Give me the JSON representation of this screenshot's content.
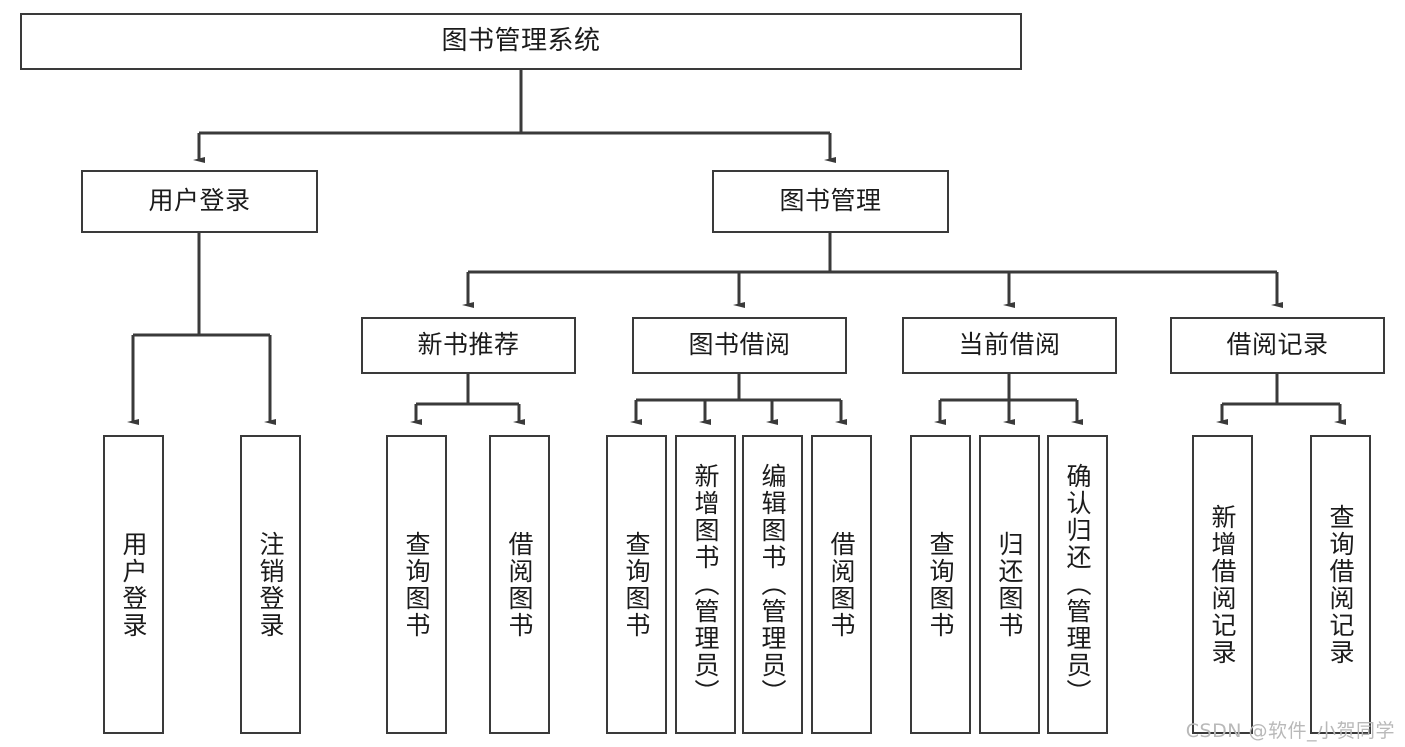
{
  "diagram": {
    "title": "图书管理系统",
    "type": "hierarchy-tree",
    "levels": 4,
    "root": {
      "id": "root",
      "label": "图书管理系统",
      "orientation": "horizontal"
    },
    "level2": [
      {
        "id": "user-login",
        "label": "用户登录",
        "orientation": "horizontal"
      },
      {
        "id": "book-management",
        "label": "图书管理",
        "orientation": "horizontal"
      }
    ],
    "level3": [
      {
        "id": "new-book-recommend",
        "label": "新书推荐",
        "orientation": "horizontal",
        "parent": "book-management"
      },
      {
        "id": "book-borrow",
        "label": "图书借阅",
        "orientation": "horizontal",
        "parent": "book-management"
      },
      {
        "id": "current-borrow",
        "label": "当前借阅",
        "orientation": "horizontal",
        "parent": "book-management"
      },
      {
        "id": "borrow-record",
        "label": "借阅记录",
        "orientation": "horizontal",
        "parent": "book-management"
      }
    ],
    "leaves": [
      {
        "id": "leaf-user-login",
        "label": "用户登录",
        "parent": "user-login"
      },
      {
        "id": "leaf-logout-login",
        "label": "注销登录",
        "parent": "user-login"
      },
      {
        "id": "leaf-query-book-1",
        "label": "查询图书",
        "parent": "new-book-recommend"
      },
      {
        "id": "leaf-borrow-book-1",
        "label": "借阅图书",
        "parent": "new-book-recommend"
      },
      {
        "id": "leaf-query-book-2",
        "label": "查询图书",
        "parent": "book-borrow"
      },
      {
        "id": "leaf-add-book",
        "label": "新增图书（管理员）",
        "parent": "book-borrow"
      },
      {
        "id": "leaf-edit-book",
        "label": "编辑图书（管理员）",
        "parent": "book-borrow"
      },
      {
        "id": "leaf-borrow-book-2",
        "label": "借阅图书",
        "parent": "book-borrow"
      },
      {
        "id": "leaf-query-book-3",
        "label": "查询图书",
        "parent": "current-borrow"
      },
      {
        "id": "leaf-return-book",
        "label": "归还图书",
        "parent": "current-borrow"
      },
      {
        "id": "leaf-confirm-return",
        "label": "确认归还（管理员）",
        "parent": "current-borrow"
      },
      {
        "id": "leaf-add-record",
        "label": "新增借阅记录",
        "parent": "borrow-record"
      },
      {
        "id": "leaf-query-record",
        "label": "查询借阅记录",
        "parent": "borrow-record"
      }
    ],
    "watermark": "CSDN @软件_小贺同学",
    "colors": {
      "stroke": "#3a3a3a",
      "fill": "#ffffff",
      "text": "#1b1b1b",
      "watermark": "#b9b9b9"
    }
  }
}
